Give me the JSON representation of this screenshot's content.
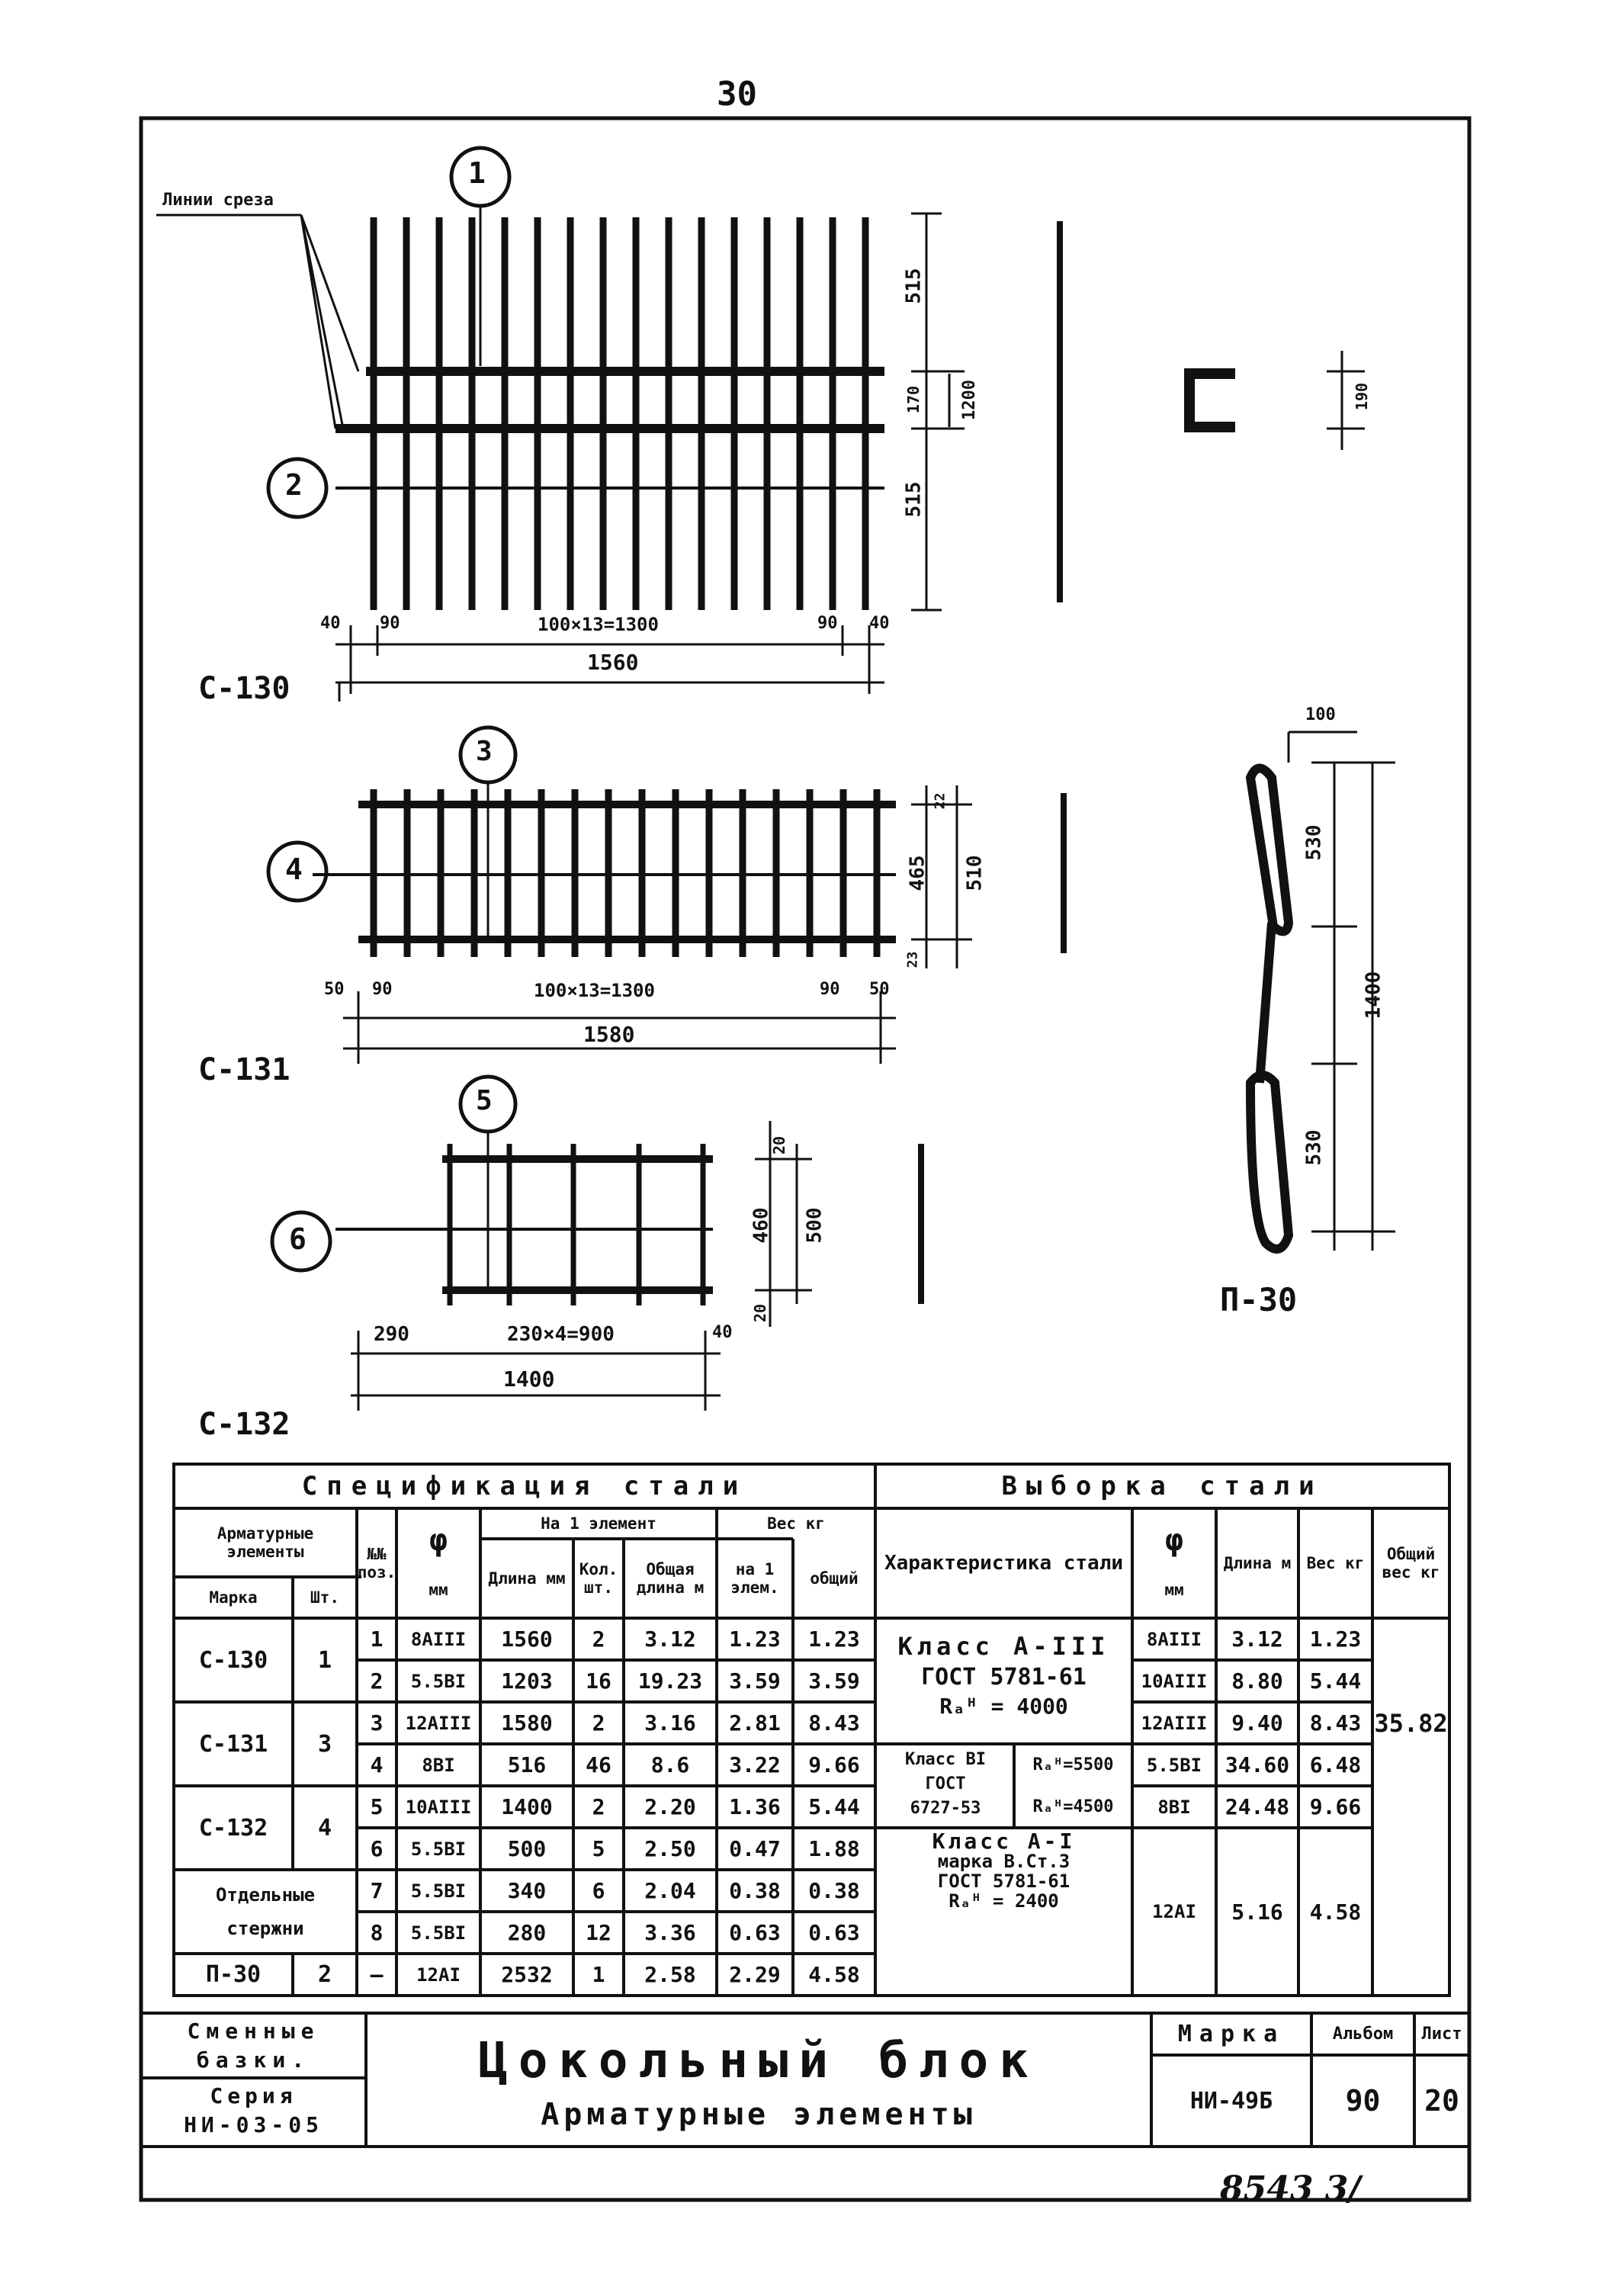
{
  "page": {
    "top_number": "30",
    "stamp": "8543   3/",
    "background": "#ffffff",
    "ink": "#111111"
  },
  "drawing": {
    "callout_lines": "Линии среза",
    "positions": [
      "1",
      "2",
      "3",
      "4",
      "5",
      "6"
    ],
    "mesh_c130": {
      "label": "С-130",
      "dims_bottom": [
        "40",
        "90",
        "100×13=1300",
        "90",
        "40"
      ],
      "overall": "1560",
      "dims_right": [
        "515",
        "170",
        "1200",
        "515"
      ]
    },
    "mesh_c131": {
      "label": "С-131",
      "dims_bottom": [
        "50",
        "90",
        "100×13=1300",
        "90",
        "50"
      ],
      "overall": "1580",
      "dims_right": [
        "22",
        "465",
        "510",
        "23"
      ]
    },
    "mesh_c132": {
      "label": "С-132",
      "dims_bottom": [
        "290",
        "230×4=900",
        "40"
      ],
      "overall": "1400",
      "dims_right": [
        "20",
        "460",
        "500",
        "20"
      ]
    },
    "stirrup": {
      "dim": "190"
    },
    "loop_p30": {
      "label": "П-30",
      "dims": [
        "100",
        "530",
        "1400",
        "530"
      ]
    }
  },
  "spec": {
    "title": "Спецификация стали",
    "col_elements": "Арматурные элементы",
    "col_mark": "Марка",
    "col_qty": "Шт.",
    "col_pos": "№№ поз.",
    "col_dia_symbol": "φ",
    "col_dia_unit": "мм",
    "col_per_element": "На 1 элемент",
    "col_length": "Длина мм",
    "col_count": "Кол. шт.",
    "col_total_length": "Общая длина м",
    "col_weight": "Вес кг",
    "col_weight_per": "на 1 элем.",
    "col_weight_total": "общий",
    "groups": [
      {
        "mark": "С-130",
        "qty": "1"
      },
      {
        "mark": "С-131",
        "qty": "3"
      },
      {
        "mark": "С-132",
        "qty": "4"
      },
      {
        "mark": "Отдельные стержни",
        "qty": ""
      },
      {
        "mark": "П-30",
        "qty": "2"
      }
    ],
    "rows": [
      [
        "1",
        "8АIII",
        "1560",
        "2",
        "3.12",
        "1.23",
        "1.23"
      ],
      [
        "2",
        "5.5ВI",
        "1203",
        "16",
        "19.23",
        "3.59",
        "3.59"
      ],
      [
        "3",
        "12АIII",
        "1580",
        "2",
        "3.16",
        "2.81",
        "8.43"
      ],
      [
        "4",
        "8ВI",
        "516",
        "46",
        "8.6",
        "3.22",
        "9.66"
      ],
      [
        "5",
        "10АIII",
        "1400",
        "2",
        "2.20",
        "1.36",
        "5.44"
      ],
      [
        "6",
        "5.5ВI",
        "500",
        "5",
        "2.50",
        "0.47",
        "1.88"
      ],
      [
        "7",
        "5.5ВI",
        "340",
        "6",
        "2.04",
        "0.38",
        "0.38"
      ],
      [
        "8",
        "5.5ВI",
        "280",
        "12",
        "3.36",
        "0.63",
        "0.63"
      ],
      [
        "—",
        "12АI",
        "2532",
        "1",
        "2.58",
        "2.29",
        "4.58"
      ]
    ]
  },
  "sel": {
    "title": "Выборка стали",
    "col_char": "Характеристика стали",
    "col_dia_symbol": "φ",
    "col_dia_unit": "мм",
    "col_len": "Длина м",
    "col_weight": "Вес кг",
    "col_total": "Общий вес кг",
    "class1": [
      "Класс А-III",
      "ГОСТ 5781-61",
      "Rₐᴴ = 4000"
    ],
    "class2_left": [
      "Класс ВI",
      "ГОСТ",
      "6727-53"
    ],
    "class2_r": [
      "Rₐᴴ=5500",
      "Rₐᴴ=4500"
    ],
    "class3": [
      "Класс А-I",
      "марка В.Ст.3",
      "ГОСТ 5781-61",
      "Rₐᴴ = 2400"
    ],
    "rows": [
      [
        "8АIII",
        "3.12",
        "1.23"
      ],
      [
        "10АIII",
        "8.80",
        "5.44"
      ],
      [
        "12АIII",
        "9.40",
        "8.43"
      ],
      [
        "5.5ВI",
        "34.60",
        "6.48"
      ],
      [
        "8ВI",
        "24.48",
        "9.66"
      ],
      [
        "12АI",
        "5.16",
        "4.58"
      ]
    ],
    "total": "35.82"
  },
  "titleblock": {
    "left_top": [
      "Сменные",
      "базки."
    ],
    "left_bottom": [
      "Серия",
      "НИ-03-05"
    ],
    "title": "Цокольный блок",
    "subtitle": "Арматурные элементы",
    "mark_label": "Марка",
    "mark": "НИ-49Б",
    "album_label": "Альбом",
    "album": "90",
    "sheet_label": "Лист",
    "sheet": "20"
  }
}
